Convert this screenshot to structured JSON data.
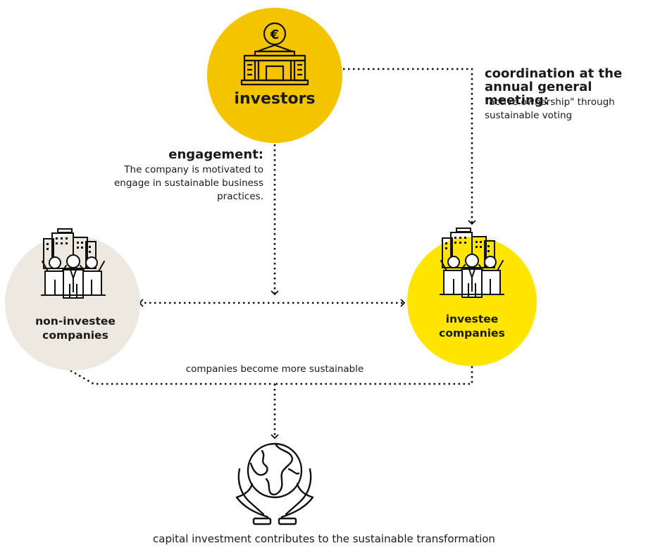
{
  "nodes": {
    "investors": {
      "label": "investors",
      "color": "#f5c400"
    },
    "non_investee": {
      "label": "non-investee\ncompanies",
      "color": "#eee9e0"
    },
    "investee": {
      "label": "investee\ncompanies",
      "color": "#ffe500"
    }
  },
  "annotations": {
    "engagement_title": "engagement:",
    "engagement_body": "The company is motivated to engage in sustainable business practices.",
    "coordination_title": "coordination at the annual general meeting:",
    "coordination_body": "\"active ownership\" through sustainable voting",
    "companies_sustainable": "companies become more sustainable",
    "capital_investment": "capital investment contributes to the sustainable transformation"
  },
  "icons": {
    "investors": "bank-euro-icon",
    "non_investee": "company-people-icon",
    "investee": "company-people-icon",
    "outcome": "globe-hands-icon"
  },
  "colors": {
    "line": "#111111",
    "icon_stroke": "#111111"
  }
}
